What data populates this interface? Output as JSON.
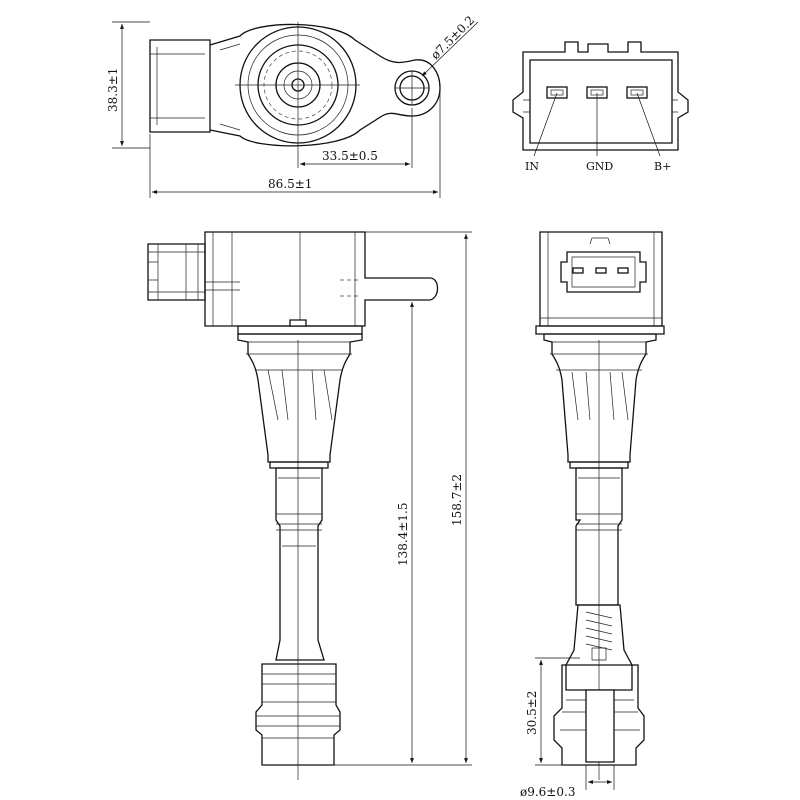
{
  "dimensions": {
    "top_height": "38.3±1",
    "hole_diameter": "ø7.5±0.2",
    "hole_offset": "33.5±0.5",
    "top_width": "86.5±1",
    "inner_length": "138.4±1.5",
    "total_length": "158.7±2",
    "boot_length": "30.5±2",
    "boot_diameter": "ø9.6±0.3"
  },
  "connector": {
    "pins": [
      "IN",
      "GND",
      "B+"
    ]
  }
}
